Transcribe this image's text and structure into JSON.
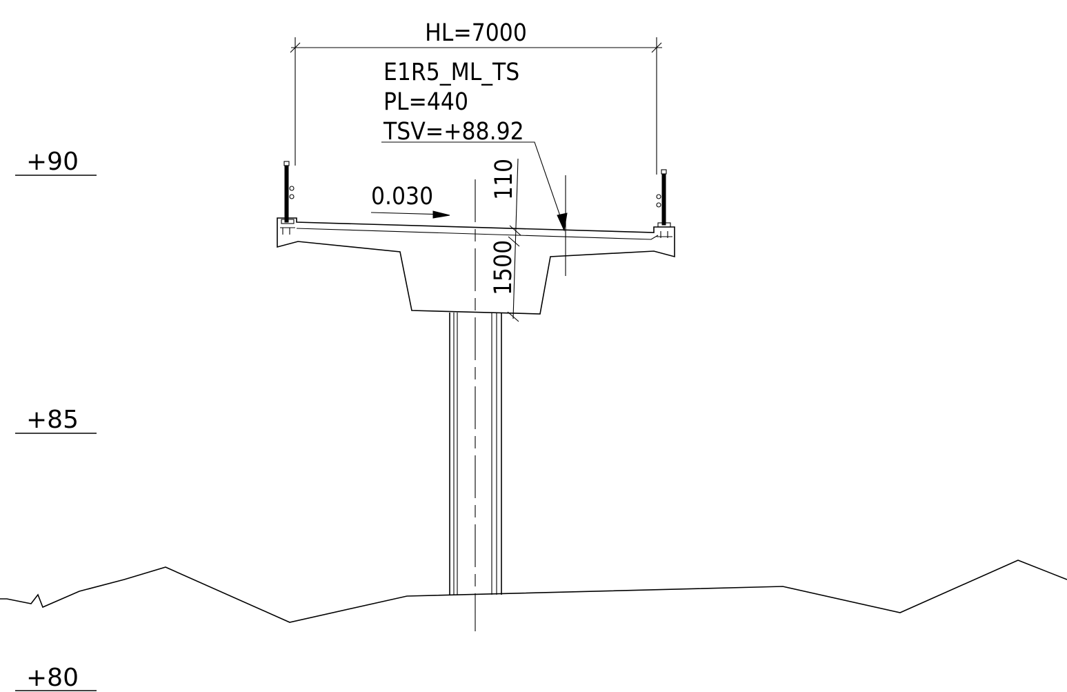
{
  "elevation_marks": [
    "+90",
    "+85",
    "+80"
  ],
  "span": {
    "width_label": "HL=7000"
  },
  "section_info": {
    "name": "E1R5_ML_TS",
    "pl": "PL=440",
    "tsv": "TSV=+88.92"
  },
  "slope_label": "0.030",
  "dimensions": {
    "surfacing": "110",
    "girder_depth": "1500"
  },
  "colors": {
    "line": "#000000",
    "background": "#ffffff"
  }
}
